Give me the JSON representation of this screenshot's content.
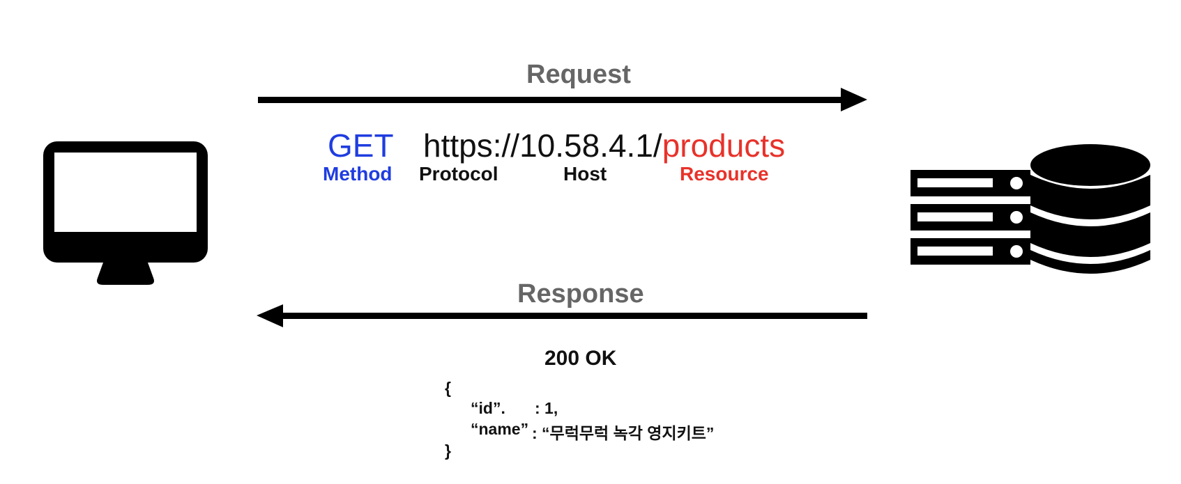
{
  "request": {
    "label": "Request",
    "method": "GET",
    "url_prefix": "https://10.58.4.1/",
    "url_resource": "products",
    "parts": {
      "method": "Method",
      "protocol": "Protocol",
      "host": "Host",
      "resource": "Resource"
    }
  },
  "response": {
    "label": "Response",
    "status": "200 OK",
    "body": {
      "open_brace": "{",
      "id_key": "“id”.",
      "id_value": ": 1,",
      "name_key": "“name”",
      "name_value": ": “무럭무럭 녹각 영지키트”",
      "close_brace": "}"
    }
  },
  "colors": {
    "method": "#1f3de0",
    "resource": "#e8322a",
    "label_gray": "#666666",
    "icon": "#000000"
  },
  "icons": {
    "client": "desktop-monitor-icon",
    "server": "server-database-icon"
  }
}
